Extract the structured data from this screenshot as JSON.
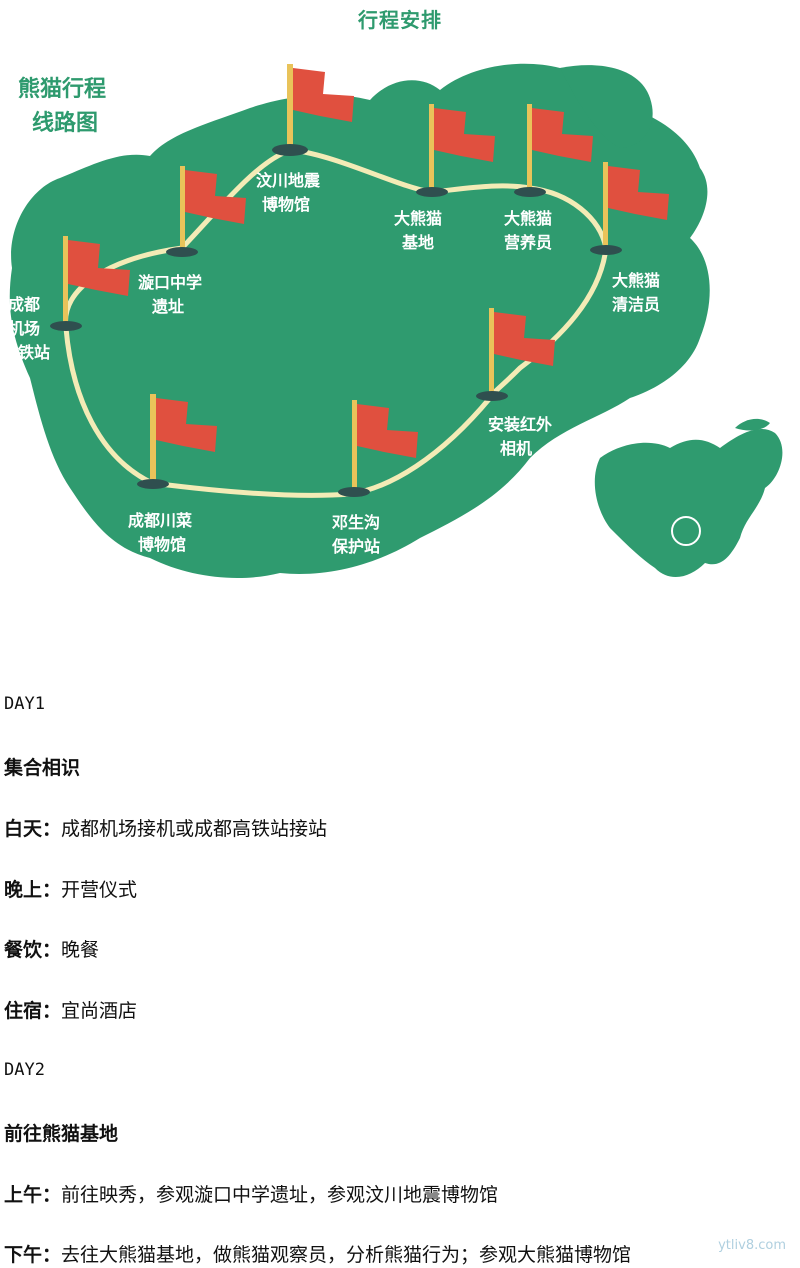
{
  "page_title": "行程安排",
  "map": {
    "title_line1": "熊猫行程",
    "title_line2": "线路图",
    "colors": {
      "land": "#2f9b6f",
      "route": "#f3ebb6",
      "flag": "#e0503f",
      "pole": "#e9c35a",
      "base": "#2f4f4f"
    },
    "stops": [
      {
        "id": "airport",
        "line1": "成都",
        "line2": "机场",
        "line3": "高铁站"
      },
      {
        "id": "xuankou",
        "line1": "漩口中学",
        "line2": "遗址"
      },
      {
        "id": "wenchuan",
        "line1": "汶川地震",
        "line2": "博物馆"
      },
      {
        "id": "base",
        "line1": "大熊猫",
        "line2": "基地"
      },
      {
        "id": "nutrition",
        "line1": "大熊猫",
        "line2": "营养员"
      },
      {
        "id": "cleaner",
        "line1": "大熊猫",
        "line2": "清洁员"
      },
      {
        "id": "camera",
        "line1": "安装红外",
        "line2": "相机"
      },
      {
        "id": "dengsheng",
        "line1": "邓生沟",
        "line2": "保护站"
      },
      {
        "id": "cuisine",
        "line1": "成都川菜",
        "line2": "博物馆"
      }
    ]
  },
  "itinerary": {
    "day1": {
      "label": "DAY1",
      "heading": "集合相识",
      "items": [
        {
          "key": "白天：",
          "value": "成都机场接机或成都高铁站接站"
        },
        {
          "key": "晚上：",
          "value": "开营仪式"
        },
        {
          "key": "餐饮：",
          "value": "晚餐"
        },
        {
          "key": "住宿：",
          "value": "宜尚酒店"
        }
      ]
    },
    "day2": {
      "label": "DAY2",
      "heading": "前往熊猫基地",
      "items": [
        {
          "key": "上午：",
          "value": "前往映秀，参观漩口中学遗址，参观汶川地震博物馆"
        },
        {
          "key": "下午：",
          "value": "去往大熊猫基地，做熊猫观察员，分析熊猫行为；参观大熊猫博物馆"
        }
      ]
    }
  },
  "watermark": "ytliv8.com"
}
